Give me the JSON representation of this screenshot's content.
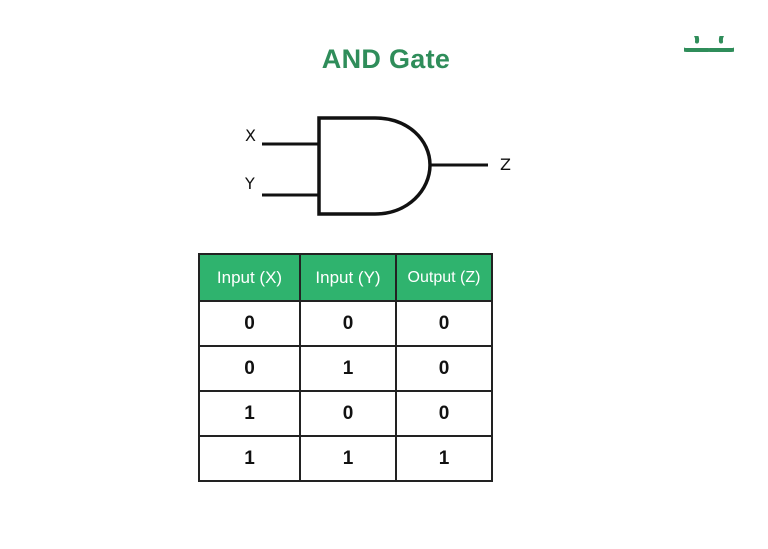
{
  "title": "AND Gate",
  "colors": {
    "accent": "#2f8d5a",
    "header_bg": "#2fb36e"
  },
  "logo": {
    "icon": "geeksforgeeks-logo-icon"
  },
  "gate": {
    "inputs": [
      "X",
      "Y"
    ],
    "output": "Z"
  },
  "table": {
    "headers": [
      "Input (X)",
      "Input (Y)",
      "Output (Z)"
    ],
    "rows": [
      [
        "0",
        "0",
        "0"
      ],
      [
        "0",
        "1",
        "0"
      ],
      [
        "1",
        "0",
        "0"
      ],
      [
        "1",
        "1",
        "1"
      ]
    ]
  }
}
